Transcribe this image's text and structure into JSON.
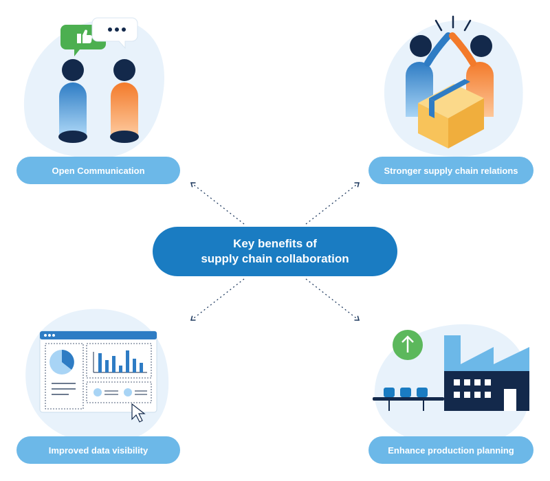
{
  "center": {
    "line1": "Key benefits of",
    "line2": "supply chain collaboration"
  },
  "benefits": [
    {
      "label": "Open Communication",
      "icon": "people-chat-icon"
    },
    {
      "label": "Stronger supply chain relations",
      "icon": "high-five-box-icon"
    },
    {
      "label": "Improved data visibility",
      "icon": "dashboard-icon"
    },
    {
      "label": "Enhance production planning",
      "icon": "factory-icon"
    }
  ],
  "colors": {
    "primary": "#1a7cc2",
    "pill": "#6cb8e8",
    "blob": "#e8f2fb",
    "navy": "#13294b",
    "orange": "#f58a3a",
    "green": "#5cb85c",
    "box": "#f5c35c"
  }
}
